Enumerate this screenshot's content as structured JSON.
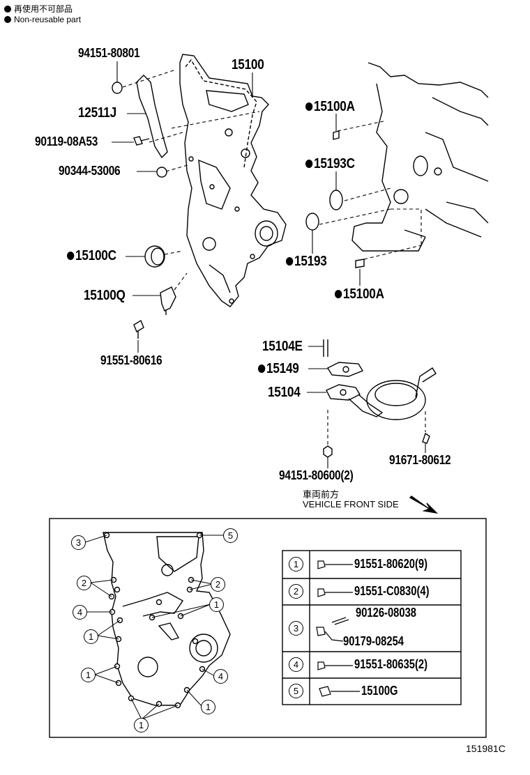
{
  "legend": {
    "line1": "再使用不可部品",
    "line2": "Non-reusable part"
  },
  "parts": {
    "p94151_80801": "94151-80801",
    "p15100": "15100",
    "p12511J": "12511J",
    "p90119_08A53": "90119-08A53",
    "p90344_53006": "90344-53006",
    "p15100C": "15100C",
    "p15100Q": "15100Q",
    "p91551_80616": "91551-80616",
    "p15100A_top": "15100A",
    "p15193C": "15193C",
    "p15193": "15193",
    "p15100A_bottom": "15100A",
    "p15104E": "15104E",
    "p15149": "15149",
    "p15104": "15104",
    "p94151_80600": "94151-80600(2)",
    "p91671_80612": "91671-80612"
  },
  "direction": {
    "jp": "車両前方",
    "en": "VEHICLE FRONT SIDE"
  },
  "callouts": {
    "c1": "1",
    "c2": "2",
    "c3": "3",
    "c4": "4",
    "c5": "5"
  },
  "bolt_table": [
    {
      "num": "1",
      "part": "91551-80620(9)"
    },
    {
      "num": "2",
      "part": "91551-C0830(4)"
    },
    {
      "num": "3",
      "part_a": "90126-08038",
      "part_b": "90179-08254"
    },
    {
      "num": "4",
      "part": "91551-80635(2)"
    },
    {
      "num": "5",
      "part": "15100G"
    }
  ],
  "figure_id": "151981C"
}
